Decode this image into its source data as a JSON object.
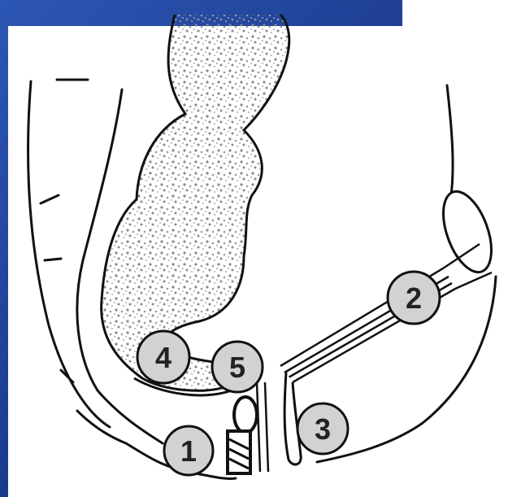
{
  "colors": {
    "background_blue": "#1b3a8c",
    "paper": "#ffffff",
    "ink": "#111111",
    "stipple": "#9a9a9a",
    "marker_fill": "#d2d2d2"
  },
  "markers": [
    {
      "id": "marker-1",
      "label": "1"
    },
    {
      "id": "marker-2",
      "label": "2"
    },
    {
      "id": "marker-3",
      "label": "3"
    },
    {
      "id": "marker-4",
      "label": "4"
    },
    {
      "id": "marker-5",
      "label": "5"
    }
  ]
}
